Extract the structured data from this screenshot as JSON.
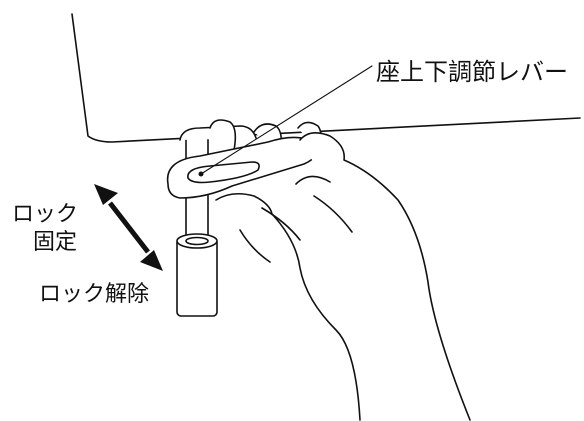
{
  "labels": {
    "lever": "座上下調節レバー",
    "lock": "ロック",
    "fixed": "固定",
    "release": "ロック解除"
  }
}
